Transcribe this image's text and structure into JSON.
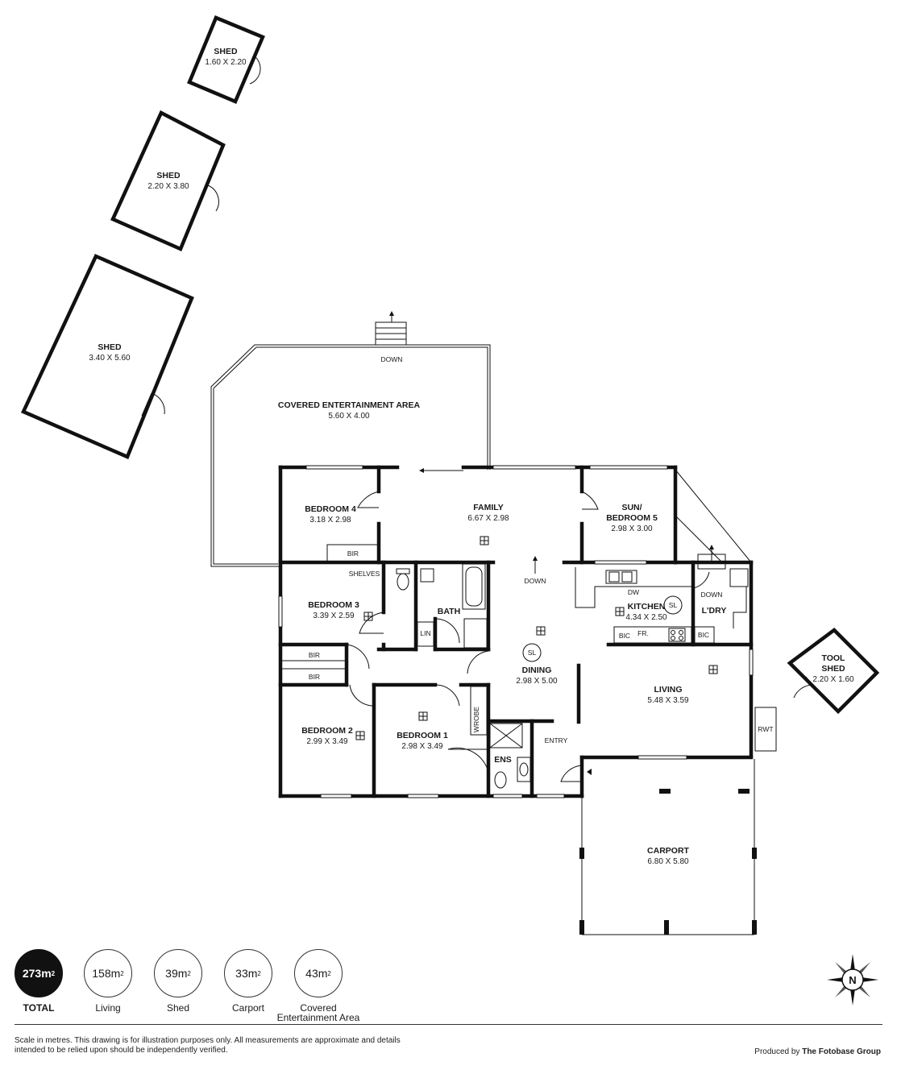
{
  "rooms": {
    "shed_small": {
      "name": "SHED",
      "dims": "1.60 X 2.20"
    },
    "shed_mid": {
      "name": "SHED",
      "dims": "2.20 X 3.80"
    },
    "shed_large": {
      "name": "SHED",
      "dims": "3.40 X 5.60"
    },
    "covered": {
      "name": "COVERED ENTERTAINMENT AREA",
      "dims": "5.60 X 4.00"
    },
    "bedroom4": {
      "name": "BEDROOM 4",
      "dims": "3.18 X 2.98"
    },
    "family": {
      "name": "FAMILY",
      "dims": "6.67 X 2.98"
    },
    "sun_bedroom5": {
      "name_line1": "SUN/",
      "name_line2": "BEDROOM 5",
      "dims": "2.98 X 3.00"
    },
    "bedroom3": {
      "name": "BEDROOM 3",
      "dims": "3.39 X 2.59"
    },
    "bath": {
      "name": "BATH"
    },
    "kitchen": {
      "name": "KITCHEN",
      "dims": "4.34 X 2.50"
    },
    "laundry": {
      "name": "L'DRY"
    },
    "dining": {
      "name": "DINING",
      "dims": "2.98 X 5.00"
    },
    "living": {
      "name": "LIVING",
      "dims": "5.48 X 3.59"
    },
    "bedroom2": {
      "name": "BEDROOM 2",
      "dims": "2.99 X 3.49"
    },
    "bedroom1": {
      "name": "BEDROOM 1",
      "dims": "2.98 X 3.49"
    },
    "ensuite": {
      "name": "ENS"
    },
    "tool_shed": {
      "name_line1": "TOOL",
      "name_line2": "SHED",
      "dims": "2.20 X 1.60"
    },
    "carport": {
      "name": "CARPORT",
      "dims": "6.80 X 5.80"
    }
  },
  "fixtures": {
    "down": "DOWN",
    "bir": "BIR",
    "shelves": "SHELVES",
    "lin": "LIN",
    "dw": "DW",
    "sl": "SL",
    "bic": "BIC",
    "fr": "FR.",
    "wrobe": "WROBE",
    "entry": "ENTRY",
    "rwt": "RWT"
  },
  "areas": [
    {
      "value": "273m",
      "sup": "2",
      "label": "TOTAL"
    },
    {
      "value": "158m",
      "sup": "2",
      "label": "Living"
    },
    {
      "value": "39m",
      "sup": "2",
      "label": "Shed"
    },
    {
      "value": "33m",
      "sup": "2",
      "label": "Carport"
    },
    {
      "value": "43m",
      "sup": "2",
      "label": "Covered Entertainment Area"
    }
  ],
  "footer": {
    "disclaimer": "Scale in metres. This drawing is for illustration purposes only. All measurements are approximate and details intended to be relied upon should be independently verified.",
    "produced_by": "Produced by",
    "company": "The Fotobase Group"
  },
  "compass": {
    "letter": "N"
  }
}
